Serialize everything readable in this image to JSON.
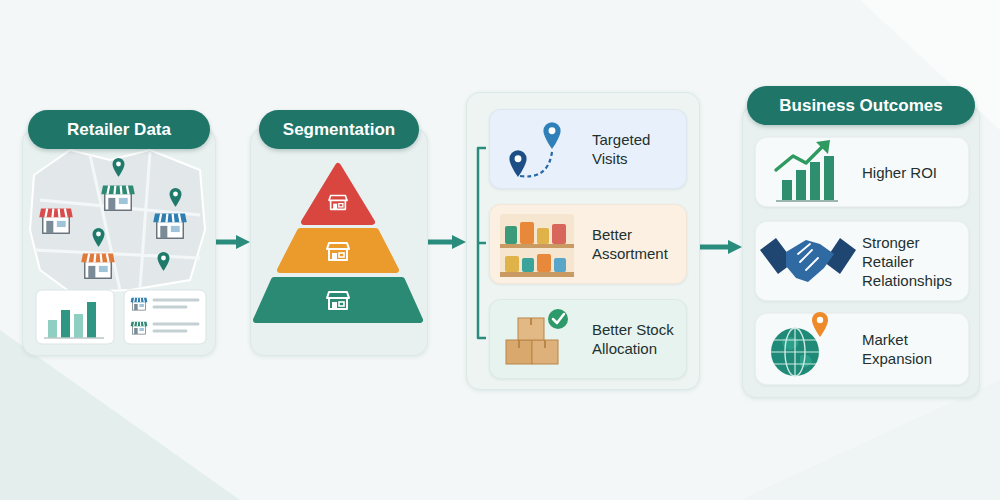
{
  "diagram": {
    "nodes": [
      {
        "text": [
          "Retailer Data"
        ]
      },
      {
        "text": [
          "Segmentation"
        ]
      },
      {
        "text": []
      },
      {
        "text": [
          "Targeted Visits"
        ],
        "in": 2
      },
      {
        "text": [
          "Better Assortment"
        ],
        "in": 2
      },
      {
        "text": [
          "Better Stock Allocation"
        ],
        "in": 2
      },
      {
        "text": [
          "Business Outcomes"
        ]
      },
      {
        "text": [
          "Higher ROI"
        ],
        "in": 6
      },
      {
        "text": [
          "Stronger Retailer Relationships"
        ],
        "in": 6
      },
      {
        "text": [
          "Market Expansion"
        ],
        "in": 6
      }
    ],
    "edges": [
      {
        "from": 0,
        "to": 1,
        "arrow": "to"
      },
      {
        "from": 1,
        "to": 2,
        "arrow": "to"
      },
      {
        "from": 2,
        "to": 6,
        "arrow": "to"
      }
    ]
  }
}
